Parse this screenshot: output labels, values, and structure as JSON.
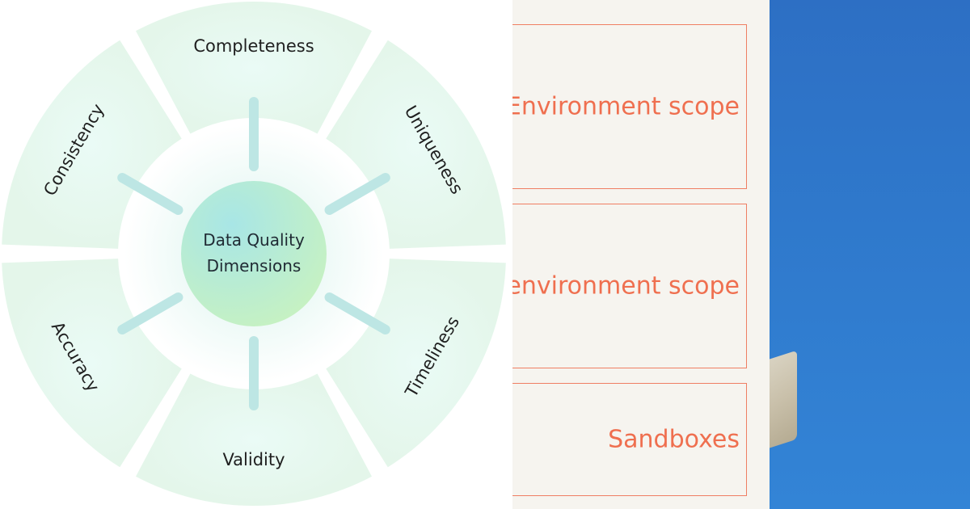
{
  "diagram": {
    "center_label_line1": "Data Quality",
    "center_label_line2": "Dimensions",
    "segments": [
      {
        "label": "Completeness"
      },
      {
        "label": "Uniqueness"
      },
      {
        "label": "Timeliness"
      },
      {
        "label": "Validity"
      },
      {
        "label": "Accuracy"
      },
      {
        "label": "Consistency"
      }
    ],
    "colors": {
      "segment_fill": "#e6f7ef",
      "spoke": "#bde6e4",
      "center_from": "#a5e8e3",
      "center_to": "#c4f2c4"
    }
  },
  "scope_panel": {
    "boxes": [
      {
        "label": "Environment scope"
      },
      {
        "label": "environment scope"
      },
      {
        "label": "Sandboxes"
      }
    ],
    "colors": {
      "border": "#ef7e63",
      "text": "#ef6f4f",
      "background": "#f6f4ef"
    }
  },
  "photo_panel": {
    "colors": {
      "sky": "#2f79cc"
    }
  }
}
